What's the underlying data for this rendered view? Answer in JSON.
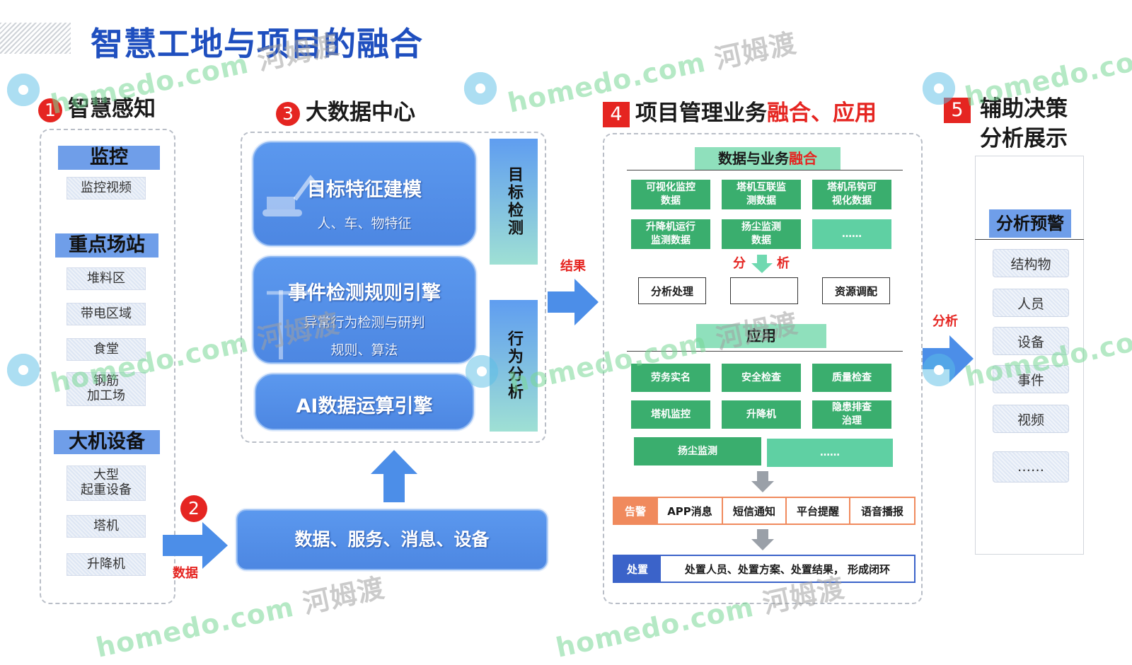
{
  "title": "智慧工地与项目的融合",
  "sections": {
    "s1": {
      "num": "1",
      "label": "智慧感知"
    },
    "s3": {
      "num": "3",
      "label": "大数据中心"
    },
    "s4": {
      "num": "4",
      "label_main": "项目管理业务",
      "label_accent": "融合、应用"
    },
    "s5": {
      "num": "5",
      "line1": "辅助决策",
      "line2": "分析展示"
    },
    "s2": {
      "num": "2"
    }
  },
  "perception": {
    "groups": [
      {
        "header": "监控",
        "items": [
          "监控视频"
        ]
      },
      {
        "header": "重点场站",
        "items": [
          "堆料区",
          "带电区域",
          "食堂",
          "钢筋\n加工场"
        ]
      },
      {
        "header": "大机设备",
        "items": [
          "大型\n起重设备",
          "塔机",
          "升降机"
        ]
      }
    ]
  },
  "bigdata": {
    "engines": [
      {
        "title": "目标特征建模",
        "subtitle": "人、车、物特征"
      },
      {
        "title": "事件检测规则引擎",
        "subtitle": "异常行为检测与研判",
        "subtitle2": "规则、算法"
      },
      {
        "title": "AI数据运算引擎"
      }
    ],
    "side": [
      "目标检测",
      "行为分析"
    ],
    "data_bar": "数据、服务、消息、设备"
  },
  "arrows": {
    "data": "数据",
    "result": "结果",
    "analysis": "分析"
  },
  "business": {
    "fusion_header_main": "数据与业务",
    "fusion_header_accent": "融合",
    "data_cells": [
      "可视化监控\n数据",
      "塔机互联监\n测数据",
      "塔机吊钩可\n视化数据",
      "升降机运行\n监测数据",
      "扬尘监测\n数据",
      "……"
    ],
    "analysis_label_1": "分",
    "analysis_label_2": "析",
    "process": [
      "分析处理",
      "",
      "资源调配"
    ],
    "app_header": "应用",
    "apps": [
      "劳务实名",
      "安全检查",
      "质量检查",
      "塔机监控",
      "升降机",
      "隐患排查\n治理"
    ],
    "apps_last": [
      "扬尘监测",
      "……"
    ],
    "alert": {
      "label": "告警",
      "items": [
        "APP消息",
        "短信通知",
        "平台提醒",
        "语音播报"
      ]
    },
    "dispose": {
      "label": "处置",
      "text": "处置人员、处置方案、处置结果， 形成闭环"
    }
  },
  "decision": {
    "header": "分析预警",
    "items": [
      "结构物",
      "人员",
      "设备",
      "事件",
      "视频",
      "……"
    ]
  },
  "watermark": {
    "brand": "homedo",
    "domain": ".com",
    "cn": "河姆渡"
  },
  "colors": {
    "title": "#1f4fbf",
    "accent": "#e52521",
    "green": "#3aae6e",
    "blue": "#5b98ee"
  }
}
